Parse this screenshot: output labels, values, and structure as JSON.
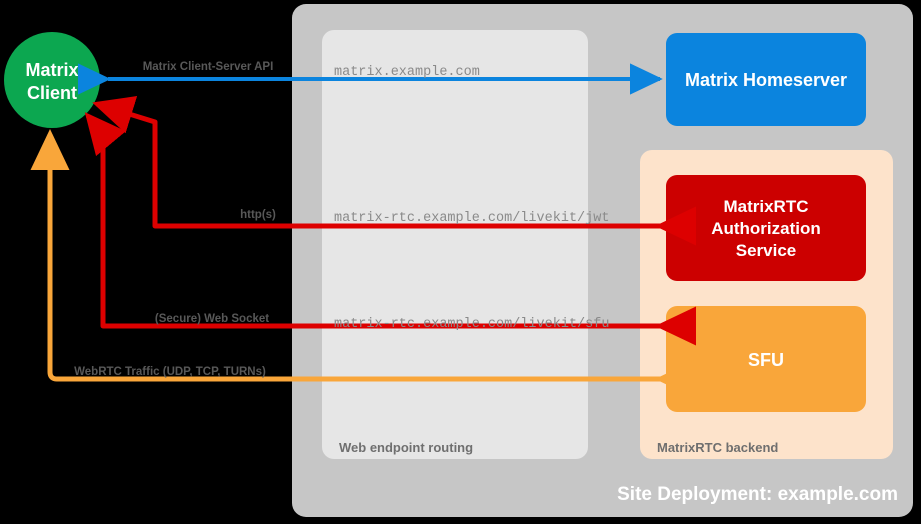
{
  "diagram": {
    "client": {
      "line1": "Matrix",
      "line2": "Client",
      "color": "#0ca750"
    },
    "site": {
      "label": "Site Deployment: example.com",
      "color": "#c6c6c6"
    },
    "groups": [
      {
        "id": "web-endpoint-routing",
        "label": "Web endpoint routing",
        "color": "#e6e6e6"
      },
      {
        "id": "matrixrtc-backend",
        "label": "MatrixRTC backend",
        "color": "#fde3cb"
      }
    ],
    "nodes": [
      {
        "id": "matrix-homeserver",
        "label": "Matrix Homeserver",
        "color": "#0b84de"
      },
      {
        "id": "matrixrtc-authorization-service",
        "line1": "MatrixRTC",
        "line2": "Authorization",
        "line3": "Service",
        "color": "#cc0000"
      },
      {
        "id": "sfu",
        "label": "SFU",
        "color": "#f9a63a"
      }
    ],
    "endpoints": [
      {
        "id": "endpoint-matrix",
        "text": "matrix.example.com"
      },
      {
        "id": "endpoint-jwt",
        "text": "matrix-rtc.example.com/livekit/jwt"
      },
      {
        "id": "endpoint-sfu",
        "text": "matrix-rtc.example.com/livekit/sfu"
      }
    ],
    "edges": [
      {
        "id": "edge-client-server-api",
        "label": "Matrix Client-Server API",
        "color": "#0b84de"
      },
      {
        "id": "edge-https",
        "label": "http(s)",
        "color": "#dd0000"
      },
      {
        "id": "edge-websocket",
        "label": "(Secure) Web Socket",
        "color": "#dd0000"
      },
      {
        "id": "edge-webrtc",
        "label": "WebRTC Traffic (UDP, TCP, TURNs)",
        "color": "#f9a63a"
      }
    ]
  }
}
